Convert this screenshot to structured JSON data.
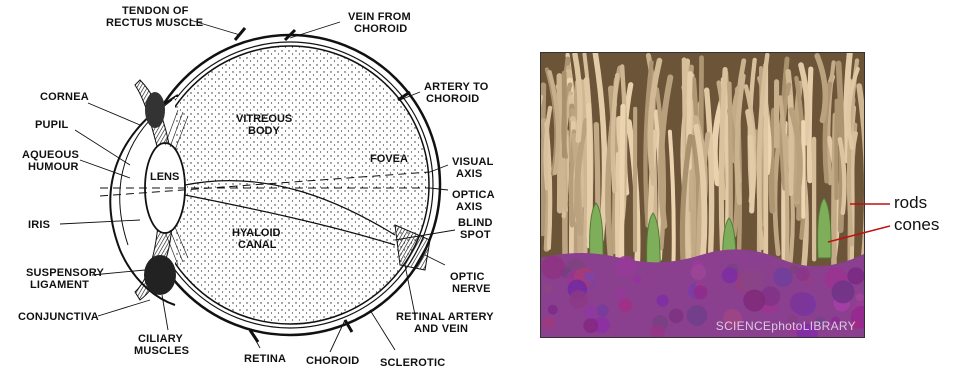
{
  "eye_diagram": {
    "labels": {
      "tendon": "TENDON OF",
      "tendon2": "RECTUS MUSCLE",
      "vein": "VEIN FROM",
      "vein2": "CHOROID",
      "artery": "ARTERY TO",
      "artery2": "CHOROID",
      "cornea": "CORNEA",
      "pupil": "PUPIL",
      "aqueous": "AQUEOUS",
      "aqueous2": "HUMOUR",
      "iris": "IRIS",
      "suspensory": "SUSPENSORY",
      "suspensory2": "LIGAMENT",
      "conjunctiva": "CONJUNCTIVA",
      "ciliary": "CILIARY",
      "ciliary2": "MUSCLES",
      "retina": "RETINA",
      "choroid": "CHOROID",
      "sclerotic": "SCLEROTIC",
      "retinal": "RETINAL ARTERY",
      "retinal2": "AND VEIN",
      "optic": "OPTIC",
      "optic2": "NERVE",
      "blind": "BLIND",
      "blind2": "SPOT",
      "optical": "OPTICA",
      "optical2": "AXIS",
      "visual": "VISUAL",
      "visual2": "AXIS",
      "vitreous": "VITREOUS",
      "vitreous2": "BODY",
      "lens": "LENS",
      "fovea": "FOVEA",
      "hyaloid": "HYALOID",
      "hyaloid2": "CANAL"
    }
  },
  "micrograph": {
    "credit": "SCIENCEphotoLIBRARY",
    "colors": {
      "rods": "#c9b28f",
      "cones": "#7fae5a",
      "base": "#8a3f8f",
      "background": "#6b5438"
    }
  },
  "annotations": {
    "rods": "rods",
    "cones": "cones"
  }
}
